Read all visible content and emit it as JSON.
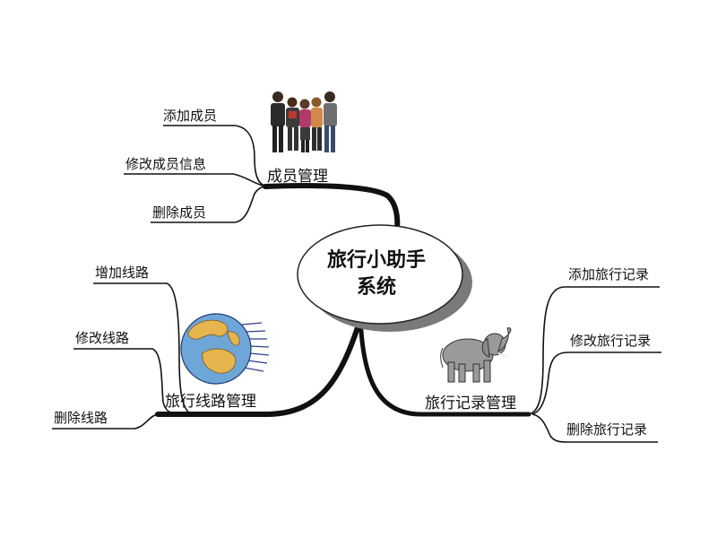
{
  "center": {
    "line1": "旅行小助手",
    "line2": "系统"
  },
  "branches": {
    "members": {
      "title": "成员管理",
      "items": [
        "添加成员",
        "修改成员信息",
        "删除成员"
      ],
      "icon": "people-group-icon"
    },
    "routes": {
      "title": "旅行线路管理",
      "items": [
        "增加线路",
        "修改线路",
        "删除线路"
      ],
      "icon": "globe-icon"
    },
    "records": {
      "title": "旅行记录管理",
      "items": [
        "添加旅行记录",
        "修改旅行记录",
        "删除旅行记录"
      ],
      "icon": "elephant-icon"
    }
  },
  "colors": {
    "line": "#111111",
    "globe_ocean": "#6fa6d8",
    "land": "#e6b550"
  }
}
